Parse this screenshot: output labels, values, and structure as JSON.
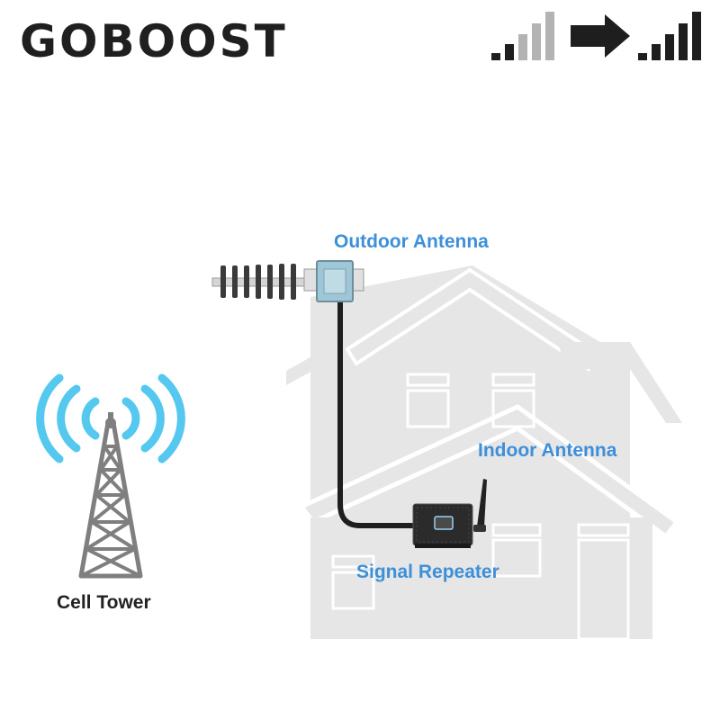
{
  "brand": {
    "name": "GOBOOST"
  },
  "colors": {
    "accent": "#3d8fd9",
    "wave": "#55c8ef",
    "house": "#e6e6e6",
    "house_outline": "#ffffff",
    "tower": "#7f7f7f",
    "cable": "#1e1e1e",
    "signal_weak": "#b3b3b3",
    "signal_strong": "#1e1e1e"
  },
  "signal_indicator": {
    "weak_bars_filled": 2,
    "total_bars": 5,
    "arrow_icon": "right-arrow-icon"
  },
  "labels": {
    "outdoor_antenna": "Outdoor Antenna",
    "indoor_antenna": "Indoor Antenna",
    "signal_repeater": "Signal Repeater",
    "cell_tower": "Cell Tower"
  }
}
